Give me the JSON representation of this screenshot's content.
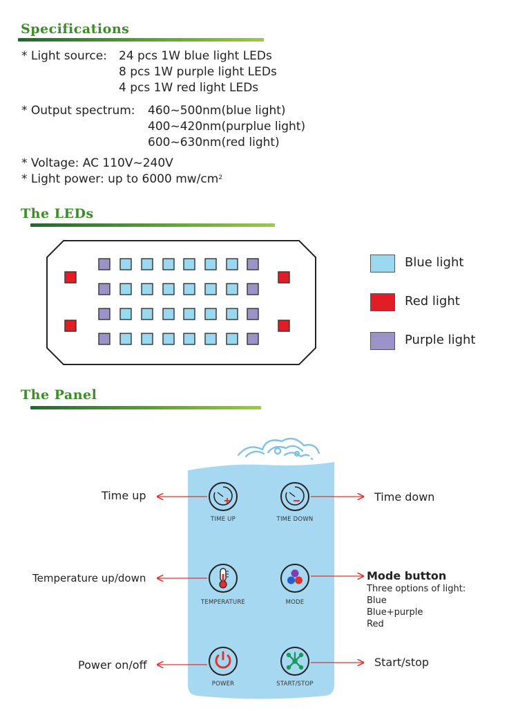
{
  "sections": {
    "specs_title": "Specifications",
    "leds_title": "The LEDs",
    "panel_title": "The Panel"
  },
  "specs": {
    "light_source_label": "* Light source:",
    "light_source_1": "24 pcs 1W blue light LEDs",
    "light_source_2": "8 pcs 1W purple light LEDs",
    "light_source_3": "4 pcs 1W red light LEDs",
    "spectrum_label": "* Output spectrum:",
    "spectrum_1": "460~500nm(blue light)",
    "spectrum_2": "400~420nm(purplue light)",
    "spectrum_3": "600~630nm(red light)",
    "voltage": "* Voltage: AC 110V~240V",
    "power": "* Light power: up to 6000 mw/cm",
    "power_sup": "2"
  },
  "leds": {
    "colors": {
      "blue": "#9ad8ef",
      "red": "#e21d25",
      "purple": "#9b92c7"
    },
    "legend": [
      {
        "label": "Blue light",
        "color": "#9ad8ef"
      },
      {
        "label": "Red light",
        "color": "#e21d25"
      },
      {
        "label": "Purple light",
        "color": "#9b92c7"
      }
    ]
  },
  "panel": {
    "buttons": [
      {
        "name": "time-up",
        "label": "TIME UP"
      },
      {
        "name": "time-down",
        "label": "TIME DOWN"
      },
      {
        "name": "temperature",
        "label": "TEMPERATURE"
      },
      {
        "name": "mode",
        "label": "MODE"
      },
      {
        "name": "power",
        "label": "POWER"
      },
      {
        "name": "start-stop",
        "label": "START/STOP"
      }
    ],
    "callouts": {
      "time_up": "Time up",
      "time_down": "Time down",
      "temperature": "Temperature up/down",
      "mode_title": "Mode button",
      "mode_desc": "Three options of light:",
      "mode_opt1": "Blue",
      "mode_opt2": "Blue+purple",
      "mode_opt3": "Red",
      "power": "Power on/off",
      "start_stop": "Start/stop"
    },
    "panel_color": "#a6d8f2",
    "accent_red": "#e0322d",
    "accent_green": "#1a9a5a"
  }
}
